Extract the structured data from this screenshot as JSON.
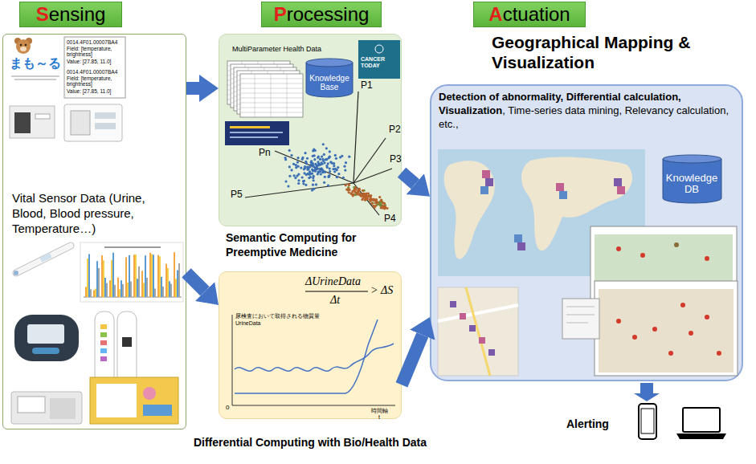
{
  "diagram": {
    "nodes": [
      {
        "text": [
          "Sensing"
        ]
      },
      {
        "text": [
          "Processing"
        ]
      },
      {
        "text": [
          "Actuation"
        ]
      },
      {
        "text": [
          "Vital Sensor Data (Urine, Blood, Blood pressure, Temperature…)"
        ]
      },
      {
        "text": [
          "Semantic Computing for Preemptive Medicine"
        ]
      },
      {
        "text": [
          "Knowledge Base"
        ],
        "in": 4
      },
      {
        "text": [
          "Differential Computing with Bio/Health Data"
        ]
      },
      {
        "text": [
          "Geographical Mapping & Visualization",
          "Detection of abnormality, Differential calculation, Visualization",
          ", Time-series data mining, Relevancy calculation, etc.,"
        ]
      },
      {
        "text": [
          "Knowledge DB"
        ],
        "in": 7
      }
    ],
    "edges": [
      {
        "from": 3,
        "to": 4,
        "arrow": "to"
      },
      {
        "from": 3,
        "to": 6,
        "arrow": "to"
      },
      {
        "from": 4,
        "to": 7,
        "arrow": "to"
      },
      {
        "from": 6,
        "to": 7,
        "arrow": "to"
      }
    ],
    "labels": [
      "まも～る",
      "0014.4F01.00007BA4",
      "Field: [temperature, brightness]",
      "Value: [27.85, 11.0]",
      "0014.4F01.00007BA4",
      "Field: [temperature, brightness]",
      "Value: [27.85, 11.0]",
      "MultiParameter Health Data",
      "CANCER TODAY",
      "P1",
      "P2",
      "P3",
      "P4",
      "P5",
      "Pn",
      "ΔUrineData",
      "Δt",
      ">",
      "ΔS",
      "尿検査において取得される物質量",
      "UrineData",
      "0",
      "時間軸",
      "t",
      "Alerting"
    ]
  }
}
